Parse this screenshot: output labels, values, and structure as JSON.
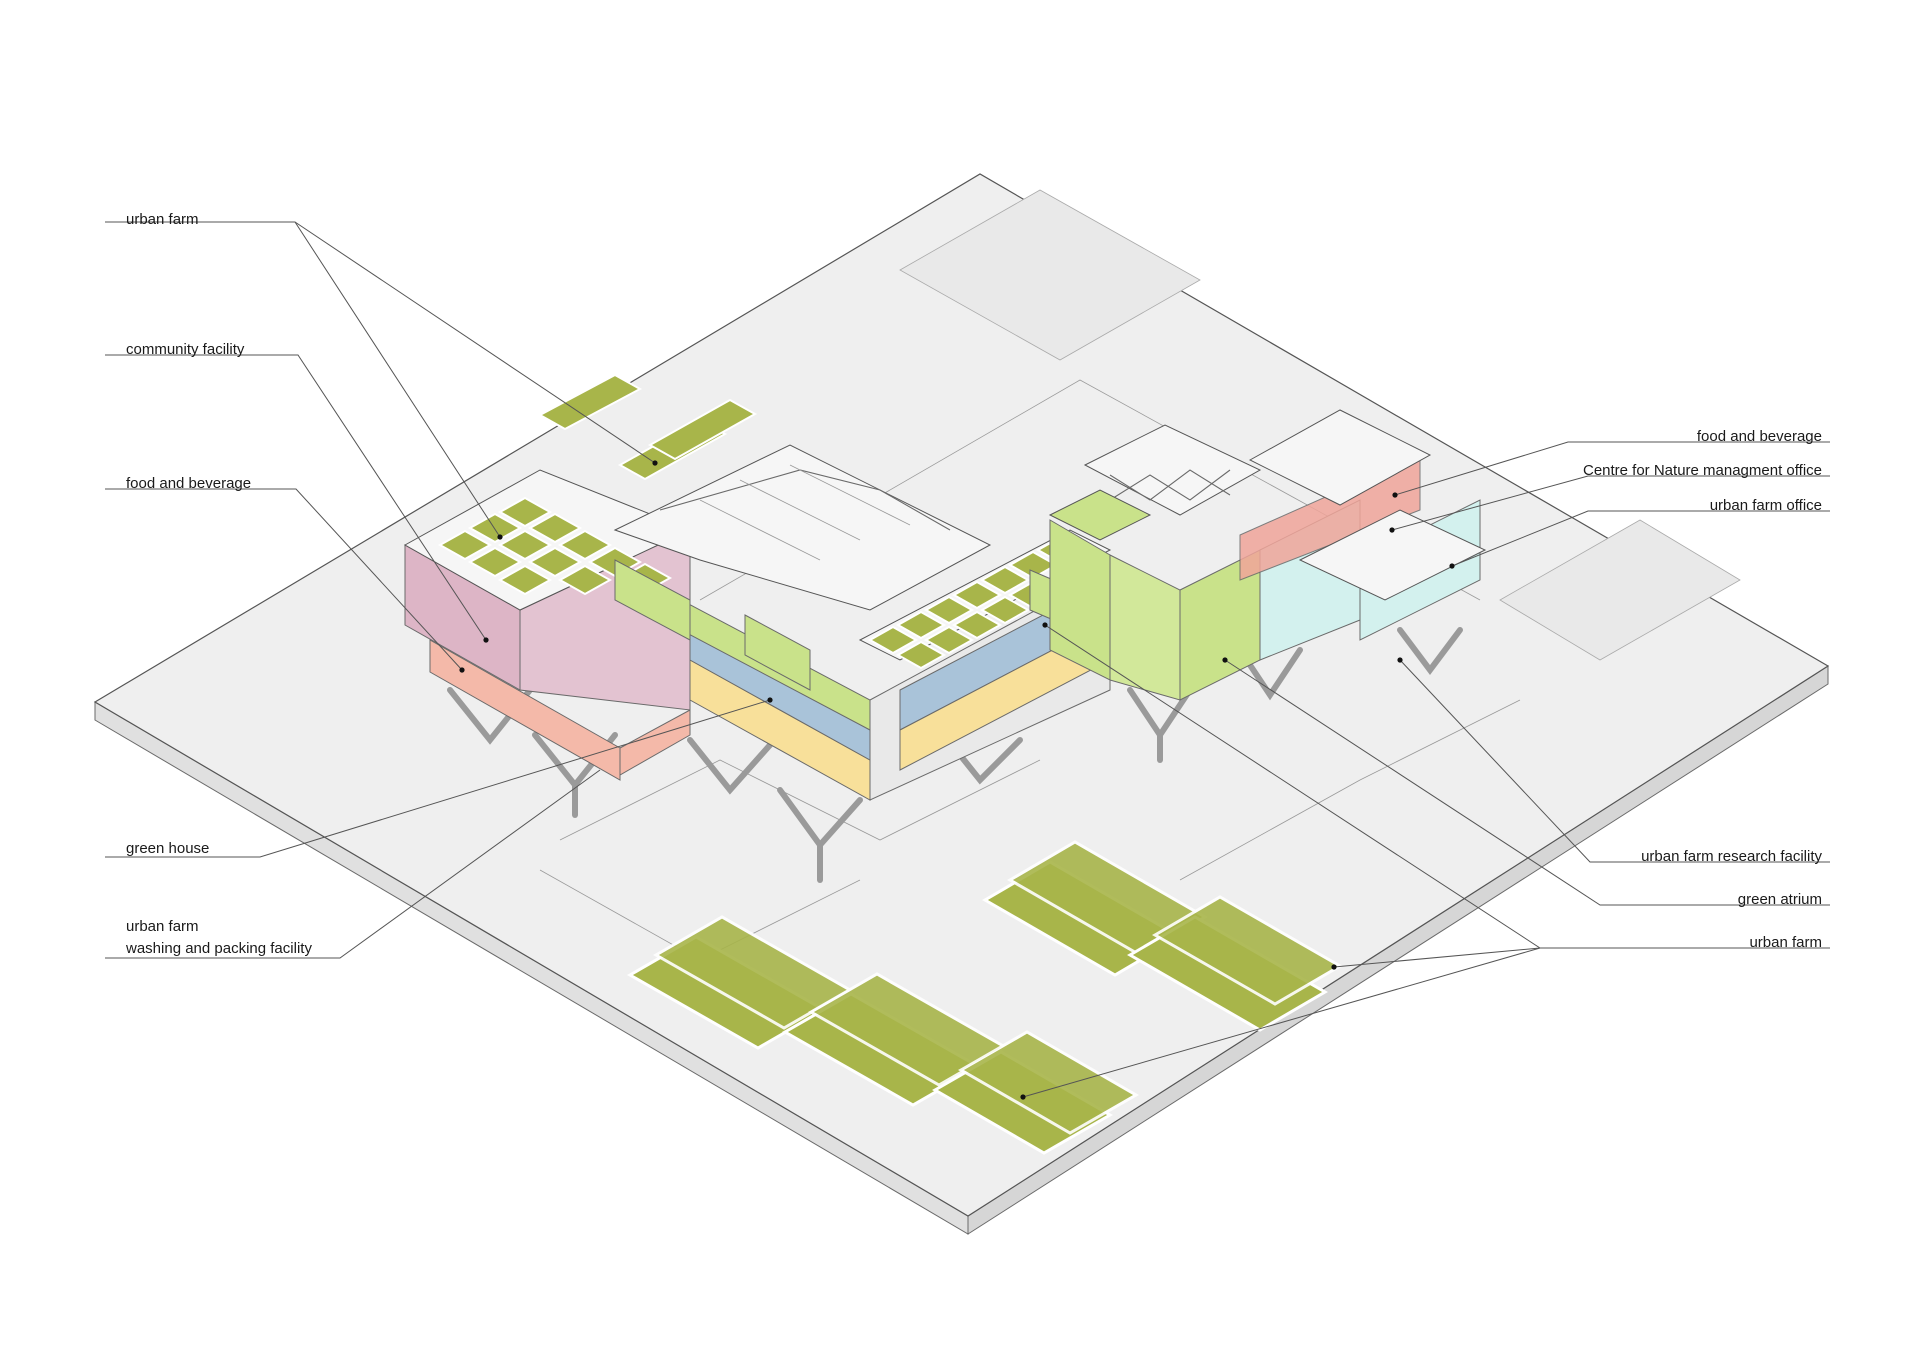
{
  "labels": {
    "left": {
      "urban_farm": "urban farm",
      "community_facility": "community facility",
      "food_and_beverage": "food and beverage",
      "green_house": "green house",
      "washing_line1": "urban farm",
      "washing_line2": "washing and packing facility"
    },
    "right": {
      "food_and_beverage": "food and beverage",
      "centre_for_nature": "Centre for Nature managment office",
      "urban_farm_office": "urban farm office",
      "research_facility": "urban farm research facility",
      "green_atrium": "green atrium",
      "urban_farm": "urban farm"
    }
  },
  "colors": {
    "plate_top": "#efefef",
    "plate_side": "#e2e2e2",
    "roof": "#f6f6f6",
    "farm_bed": "#a8b54a",
    "green_panel": "#c9e28a",
    "pink_panel": "#ddb5c6",
    "salmon_panel": "#f4b9a9",
    "yellow_panel": "#f8e09a",
    "blue_panel": "#a9c3d9",
    "cyan_panel": "#d3f1ee",
    "coral_panel": "#f0a59a"
  }
}
